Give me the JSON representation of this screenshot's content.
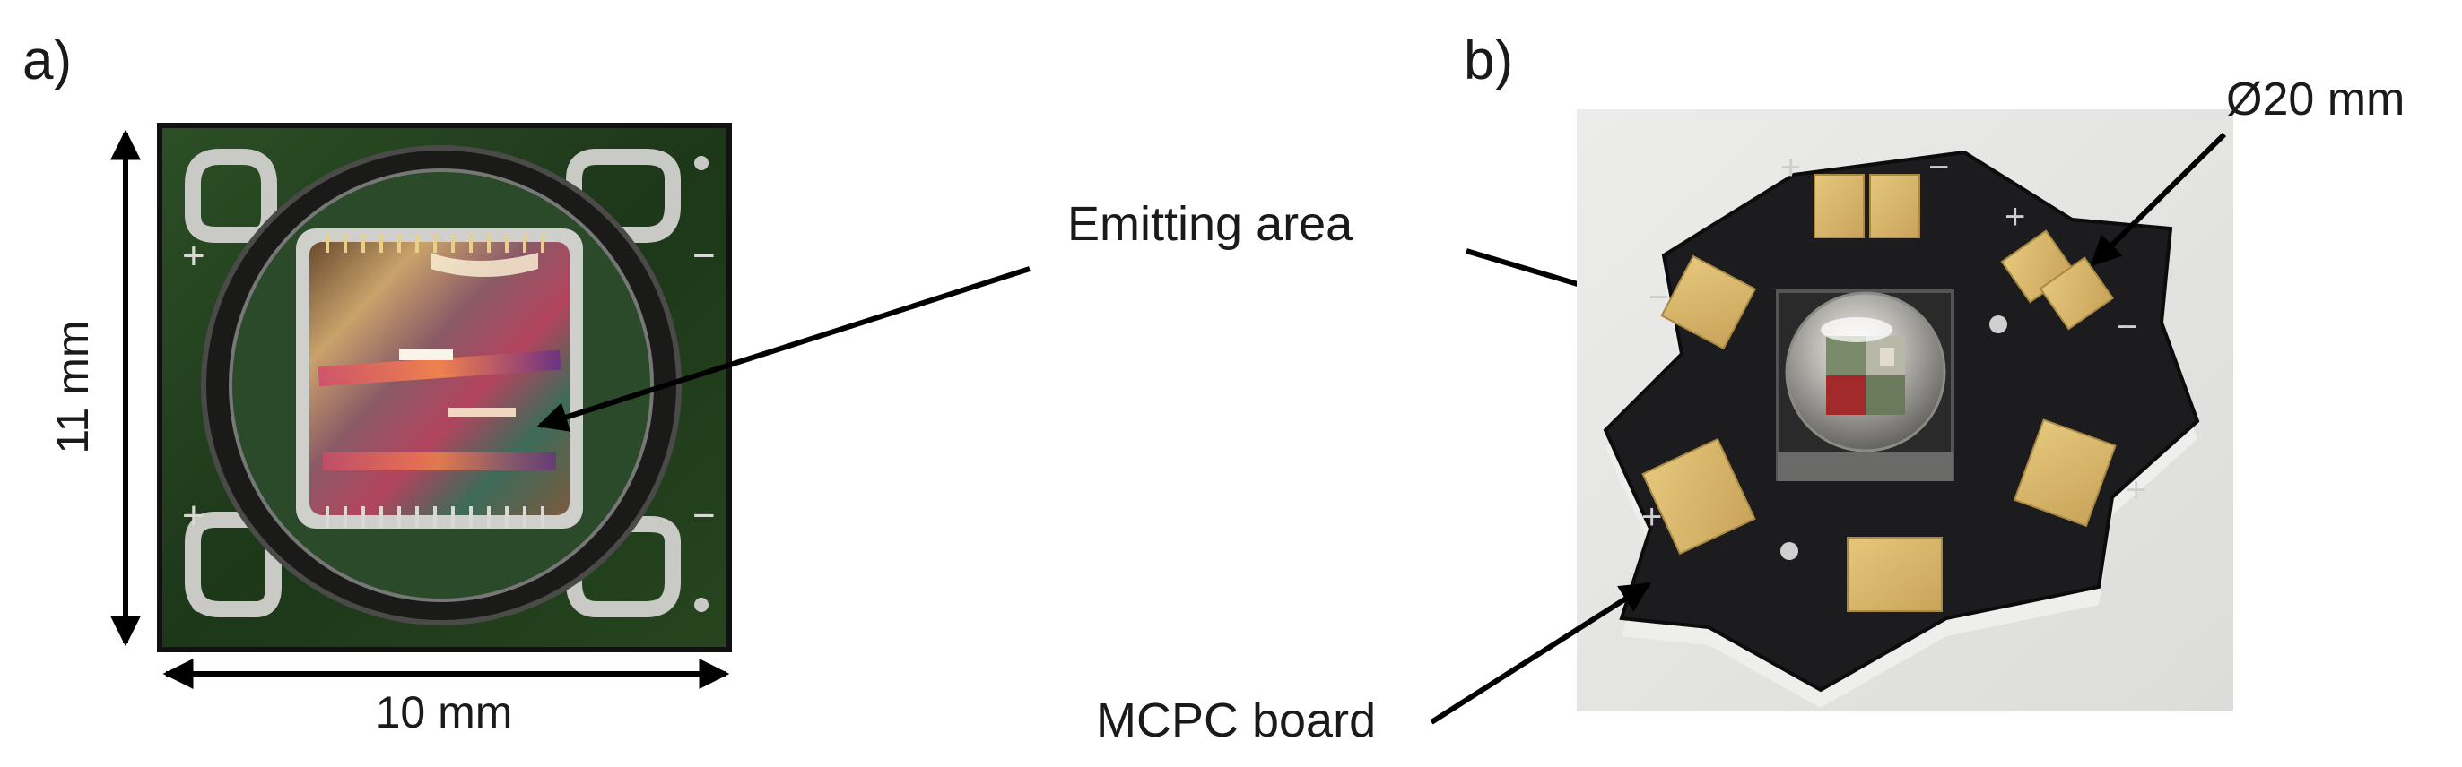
{
  "panels": [
    {
      "label": "a)"
    },
    {
      "label": "b)"
    }
  ],
  "annotations": {
    "height_dim": "11 mm",
    "width_dim": "10 mm",
    "emitting_area": "Emitting area",
    "diameter": "Ø20 mm",
    "board": "MCPC board"
  },
  "board_marks": {
    "plus": "+",
    "minus": "−"
  },
  "colors": {
    "text": "#1a1a1a",
    "arrow": "#000000",
    "pcb_green": "#1f3b1c",
    "gold_pad": "#d8b667",
    "star_board": "#1c1c1e",
    "photo_bg": "#e6e6e4"
  }
}
